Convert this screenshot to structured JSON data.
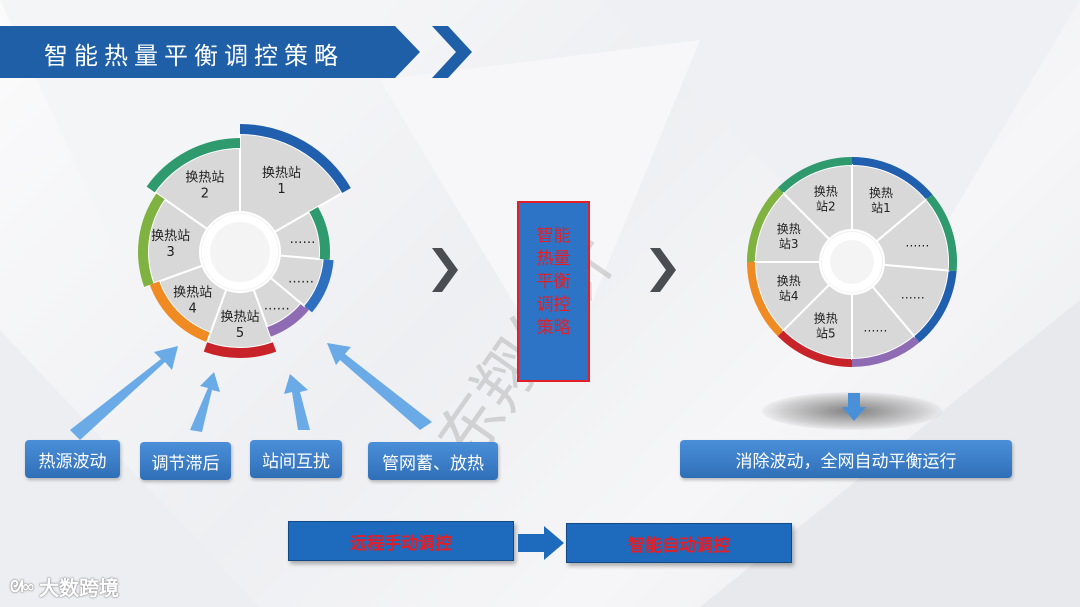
{
  "title": "智能热量平衡调控策略",
  "left_diagram": {
    "stations": [
      {
        "label": "换热站\n1"
      },
      {
        "label": "换热站\n2"
      },
      {
        "label": "换热站\n3"
      },
      {
        "label": "换热站\n4"
      },
      {
        "label": "换热站\n5"
      },
      {
        "label": "……"
      },
      {
        "label": "……"
      },
      {
        "label": "……"
      }
    ]
  },
  "center_box": "智能热量平衡调控策略",
  "right_diagram": {
    "stations": [
      {
        "label": "换热\n站1"
      },
      {
        "label": "换热\n站2"
      },
      {
        "label": "换热\n站3"
      },
      {
        "label": "换热\n站4"
      },
      {
        "label": "换热\n站5"
      },
      {
        "label": "……"
      },
      {
        "label": "……"
      },
      {
        "label": "……"
      }
    ]
  },
  "factors": [
    "热源波动",
    "调节滞后",
    "站间互扰",
    "管网蓄、放热"
  ],
  "result_text": "消除波动，全网自动平衡运行",
  "modes": {
    "from": "远程手动调控",
    "to": "智能自动调控"
  },
  "watermark": "东翔统计",
  "logo": {
    "text": "大数跨境"
  },
  "colors": {
    "title_bar": "#1e5fa8",
    "box_border": "#e21f26",
    "box_text": "#e21f26",
    "mode_text": "#e21f26"
  }
}
